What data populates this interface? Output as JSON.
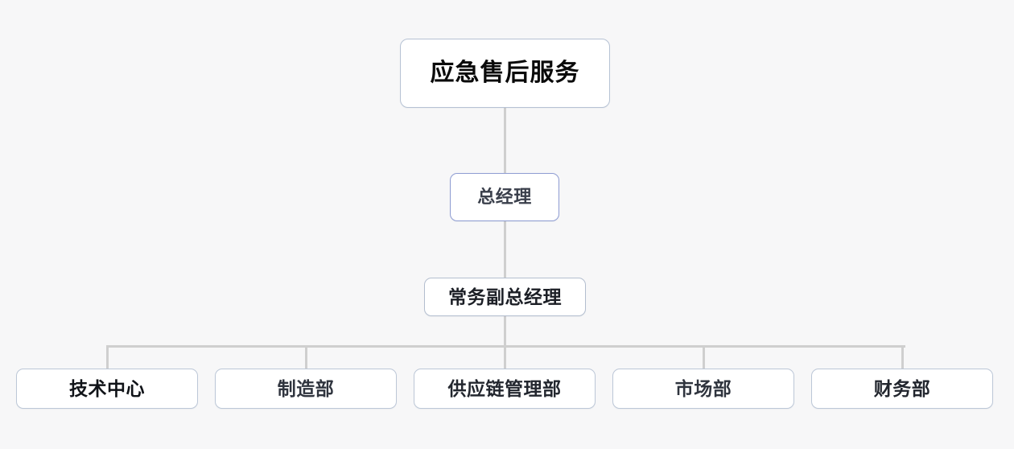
{
  "chart": {
    "type": "organization-chart",
    "title": "应急售后服务",
    "background_color": "#f7f7f8",
    "connector_color": "#cfcfcf",
    "levels": [
      {
        "level": 0,
        "nodes": [
          {
            "id": "root",
            "label": "应急售后服务",
            "border_color": "#b6c2d4",
            "text_color": "#0a0a0a",
            "fill_color": "#ffffff"
          }
        ]
      },
      {
        "level": 1,
        "nodes": [
          {
            "id": "general-manager",
            "label": "总经理",
            "border_color": "#8e9cd2",
            "text_color": "#3a3f4b",
            "fill_color": "#ffffff"
          }
        ]
      },
      {
        "level": 2,
        "nodes": [
          {
            "id": "deputy-general-manager",
            "label": "常务副总经理",
            "border_color": "#b3becf",
            "text_color": "#1c1f26",
            "fill_color": "#ffffff"
          }
        ]
      },
      {
        "level": 3,
        "nodes": [
          {
            "id": "technology-center",
            "label": "技术中心",
            "border_color": "#bcc7d7",
            "text_color": "#101318",
            "fill_color": "#ffffff"
          },
          {
            "id": "manufacturing-department",
            "label": "制造部",
            "border_color": "#bcc7d7",
            "text_color": "#2f343e",
            "fill_color": "#ffffff"
          },
          {
            "id": "supply-chain-management-department",
            "label": "供应链管理部",
            "border_color": "#bcc7d7",
            "text_color": "#23272f",
            "fill_color": "#ffffff"
          },
          {
            "id": "marketing-department",
            "label": "市场部",
            "border_color": "#bcc7d7",
            "text_color": "#2f343e",
            "fill_color": "#ffffff"
          },
          {
            "id": "finance-department",
            "label": "财务部",
            "border_color": "#bcc7d7",
            "text_color": "#22262e",
            "fill_color": "#ffffff"
          }
        ]
      }
    ],
    "edges": [
      {
        "from": "root",
        "to": "general-manager"
      },
      {
        "from": "general-manager",
        "to": "deputy-general-manager"
      },
      {
        "from": "deputy-general-manager",
        "to": "technology-center"
      },
      {
        "from": "deputy-general-manager",
        "to": "manufacturing-department"
      },
      {
        "from": "deputy-general-manager",
        "to": "supply-chain-management-department"
      },
      {
        "from": "deputy-general-manager",
        "to": "marketing-department"
      },
      {
        "from": "deputy-general-manager",
        "to": "finance-department"
      }
    ]
  }
}
